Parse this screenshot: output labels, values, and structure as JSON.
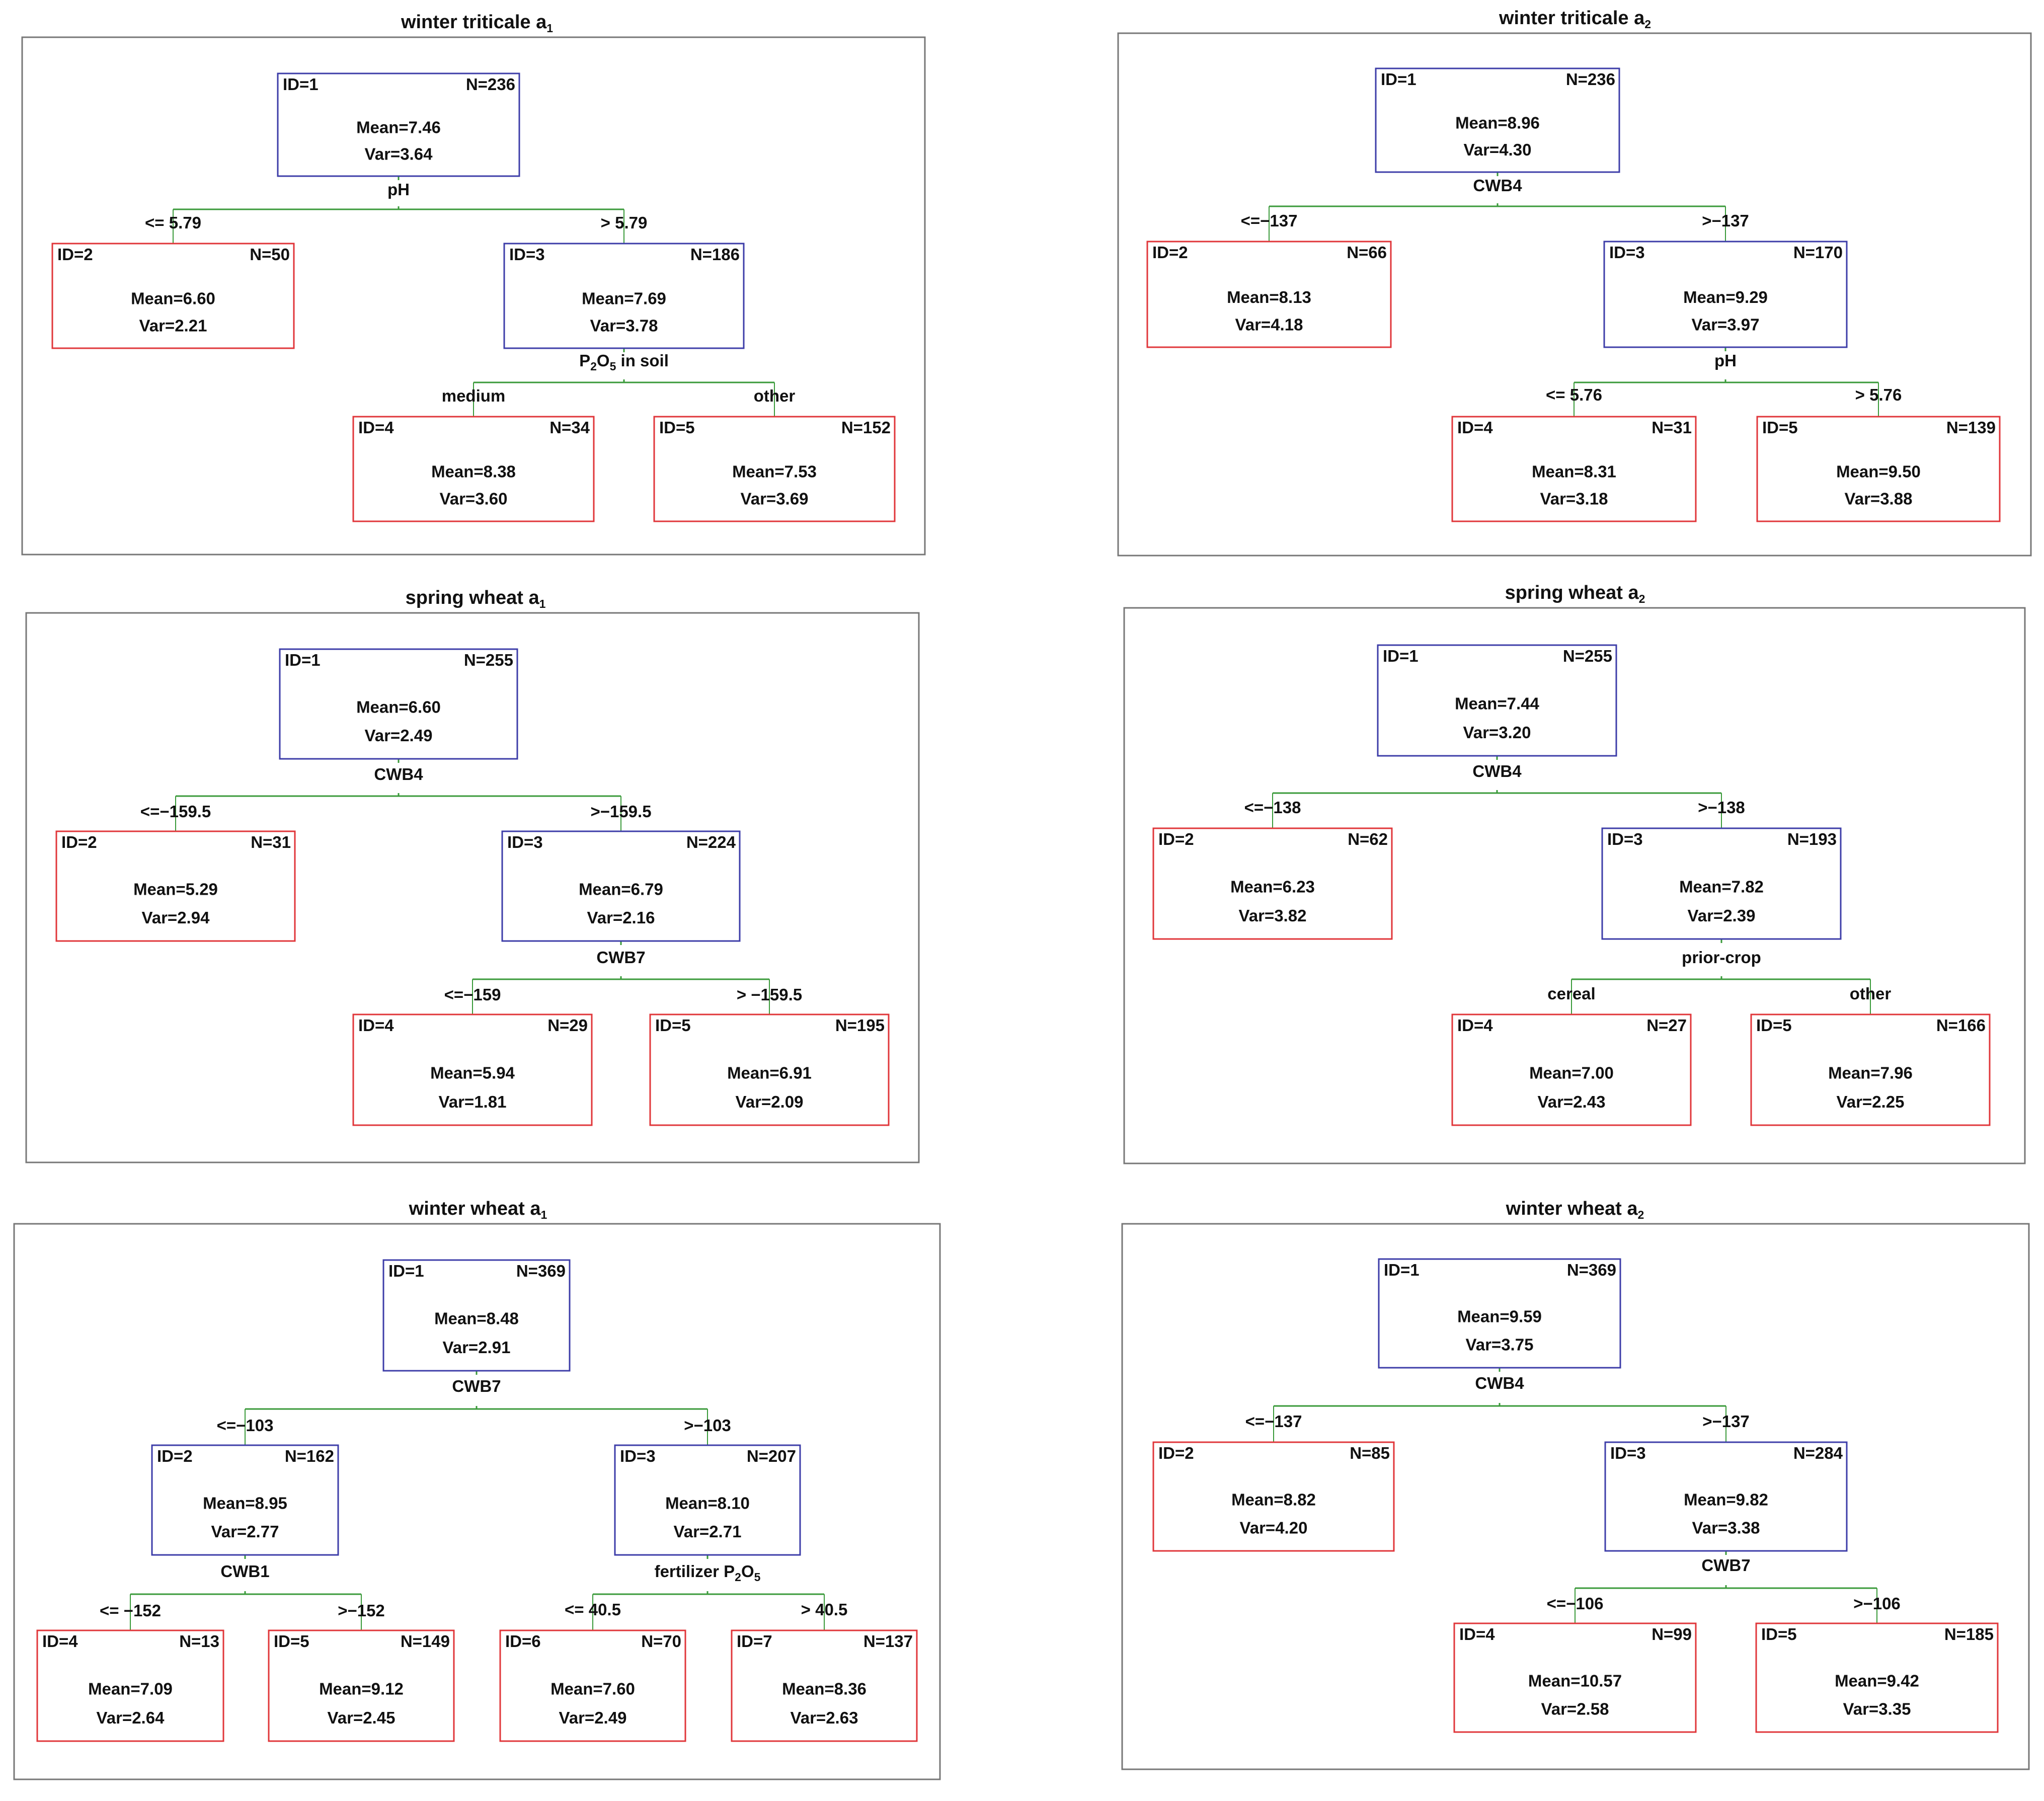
{
  "colors": {
    "internal_node": "#3d3da8",
    "leaf_node": "#e0363a",
    "branch_line": "#3a9a3a",
    "frame": "#777777",
    "text": "#111111"
  },
  "panels": [
    {
      "title": "winter triticale a",
      "title_sub": "1",
      "nodes": [
        {
          "id": "ID=1",
          "n": "N=236",
          "mean": "Mean=7.46",
          "var": "Var=3.64",
          "kind": "internal"
        },
        {
          "id": "ID=2",
          "n": "N=50",
          "mean": "Mean=6.60",
          "var": "Var=2.21",
          "kind": "leaf"
        },
        {
          "id": "ID=3",
          "n": "N=186",
          "mean": "Mean=7.69",
          "var": "Var=3.78",
          "kind": "internal"
        },
        {
          "id": "ID=4",
          "n": "N=34",
          "mean": "Mean=8.38",
          "var": "Var=3.60",
          "kind": "leaf"
        },
        {
          "id": "ID=5",
          "n": "N=152",
          "mean": "Mean=7.53",
          "var": "Var=3.69",
          "kind": "leaf"
        }
      ],
      "splits": [
        {
          "var": "pH",
          "var_sub": "",
          "var_tail": "",
          "left": "<= 5.79",
          "right": "> 5.79"
        },
        {
          "var": "P",
          "var_sub": "2",
          "var_tail": "O",
          "var_sub2": "5",
          "var_tail2": " in soil",
          "left": "medium",
          "right": "other"
        }
      ]
    },
    {
      "title": "winter triticale a",
      "title_sub": "2",
      "nodes": [
        {
          "id": "ID=1",
          "n": "N=236",
          "mean": "Mean=8.96",
          "var": "Var=4.30",
          "kind": "internal"
        },
        {
          "id": "ID=2",
          "n": "N=66",
          "mean": "Mean=8.13",
          "var": "Var=4.18",
          "kind": "leaf"
        },
        {
          "id": "ID=3",
          "n": "N=170",
          "mean": "Mean=9.29",
          "var": "Var=3.97",
          "kind": "internal"
        },
        {
          "id": "ID=4",
          "n": "N=31",
          "mean": "Mean=8.31",
          "var": "Var=3.18",
          "kind": "leaf"
        },
        {
          "id": "ID=5",
          "n": "N=139",
          "mean": "Mean=9.50",
          "var": "Var=3.88",
          "kind": "leaf"
        }
      ],
      "splits": [
        {
          "var": "CWB4",
          "left": "<=−137",
          "right": ">−137"
        },
        {
          "var": "pH",
          "left": "<= 5.76",
          "right": "> 5.76"
        }
      ]
    },
    {
      "title": "spring wheat a",
      "title_sub": "1",
      "nodes": [
        {
          "id": "ID=1",
          "n": "N=255",
          "mean": "Mean=6.60",
          "var": "Var=2.49",
          "kind": "internal"
        },
        {
          "id": "ID=2",
          "n": "N=31",
          "mean": "Mean=5.29",
          "var": "Var=2.94",
          "kind": "leaf"
        },
        {
          "id": "ID=3",
          "n": "N=224",
          "mean": "Mean=6.79",
          "var": "Var=2.16",
          "kind": "internal"
        },
        {
          "id": "ID=4",
          "n": "N=29",
          "mean": "Mean=5.94",
          "var": "Var=1.81",
          "kind": "leaf"
        },
        {
          "id": "ID=5",
          "n": "N=195",
          "mean": "Mean=6.91",
          "var": "Var=2.09",
          "kind": "leaf"
        }
      ],
      "splits": [
        {
          "var": "CWB4",
          "left": "<=−159.5",
          "right": ">−159.5"
        },
        {
          "var": "CWB7",
          "left": "<=−159",
          "right": "> −159.5"
        }
      ]
    },
    {
      "title": "spring wheat a",
      "title_sub": "2",
      "nodes": [
        {
          "id": "ID=1",
          "n": "N=255",
          "mean": "Mean=7.44",
          "var": "Var=3.20",
          "kind": "internal"
        },
        {
          "id": "ID=2",
          "n": "N=62",
          "mean": "Mean=6.23",
          "var": "Var=3.82",
          "kind": "leaf"
        },
        {
          "id": "ID=3",
          "n": "N=193",
          "mean": "Mean=7.82",
          "var": "Var=2.39",
          "kind": "internal"
        },
        {
          "id": "ID=4",
          "n": "N=27",
          "mean": "Mean=7.00",
          "var": "Var=2.43",
          "kind": "leaf"
        },
        {
          "id": "ID=5",
          "n": "N=166",
          "mean": "Mean=7.96",
          "var": "Var=2.25",
          "kind": "leaf"
        }
      ],
      "splits": [
        {
          "var": "CWB4",
          "left": "<=−138",
          "right": ">−138"
        },
        {
          "var": "prior-crop",
          "left": "cereal",
          "right": "other"
        }
      ]
    },
    {
      "title": "winter wheat a",
      "title_sub": "1",
      "nodes": [
        {
          "id": "ID=1",
          "n": "N=369",
          "mean": "Mean=8.48",
          "var": "Var=2.91",
          "kind": "internal"
        },
        {
          "id": "ID=2",
          "n": "N=162",
          "mean": "Mean=8.95",
          "var": "Var=2.77",
          "kind": "internal"
        },
        {
          "id": "ID=3",
          "n": "N=207",
          "mean": "Mean=8.10",
          "var": "Var=2.71",
          "kind": "internal"
        },
        {
          "id": "ID=4",
          "n": "N=13",
          "mean": "Mean=7.09",
          "var": "Var=2.64",
          "kind": "leaf"
        },
        {
          "id": "ID=5",
          "n": "N=149",
          "mean": "Mean=9.12",
          "var": "Var=2.45",
          "kind": "leaf"
        },
        {
          "id": "ID=6",
          "n": "N=70",
          "mean": "Mean=7.60",
          "var": "Var=2.49",
          "kind": "leaf"
        },
        {
          "id": "ID=7",
          "n": "N=137",
          "mean": "Mean=8.36",
          "var": "Var=2.63",
          "kind": "leaf"
        }
      ],
      "splits": [
        {
          "var": "CWB7",
          "left": "<=−103",
          "right": ">−103"
        },
        {
          "var": "CWB1",
          "left": "<= −152",
          "right": ">−152"
        },
        {
          "var": "fertilizer P",
          "var_sub": "2",
          "var_tail": "O",
          "var_sub2": "5",
          "var_tail2": "",
          "left": "<= 40.5",
          "right": "> 40.5"
        }
      ]
    },
    {
      "title": "winter wheat a",
      "title_sub": "2",
      "nodes": [
        {
          "id": "ID=1",
          "n": "N=369",
          "mean": "Mean=9.59",
          "var": "Var=3.75",
          "kind": "internal"
        },
        {
          "id": "ID=2",
          "n": "N=85",
          "mean": "Mean=8.82",
          "var": "Var=4.20",
          "kind": "leaf"
        },
        {
          "id": "ID=3",
          "n": "N=284",
          "mean": "Mean=9.82",
          "var": "Var=3.38",
          "kind": "internal"
        },
        {
          "id": "ID=4",
          "n": "N=99",
          "mean": "Mean=10.57",
          "var": "Var=2.58",
          "kind": "leaf"
        },
        {
          "id": "ID=5",
          "n": "N=185",
          "mean": "Mean=9.42",
          "var": "Var=3.35",
          "kind": "leaf"
        }
      ],
      "splits": [
        {
          "var": "CWB4",
          "left": "<=−137",
          "right": ">−137"
        },
        {
          "var": "CWB7",
          "left": "<=−106",
          "right": ">−106"
        }
      ]
    }
  ]
}
